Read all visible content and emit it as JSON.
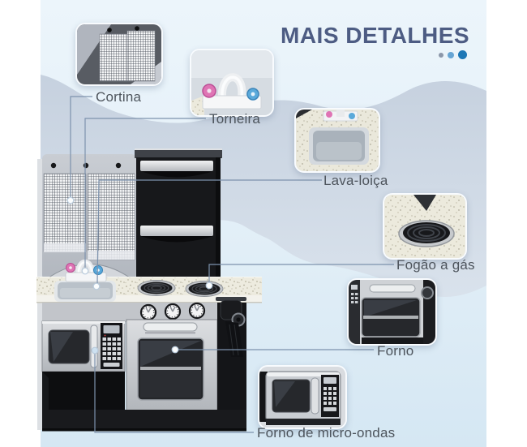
{
  "header": {
    "title": "MAIS DETALHES",
    "title_color": "#4d5c83",
    "dots": [
      {
        "name": "dot-small",
        "color": "#8b97a9"
      },
      {
        "name": "dot-medium",
        "color": "#66a5d4"
      },
      {
        "name": "dot-large",
        "color": "#1d77b5"
      }
    ]
  },
  "product": {
    "name": "toy-kitchen-playset",
    "features": [
      {
        "id": "cortina",
        "label": "Cortina"
      },
      {
        "id": "torneira",
        "label": "Torneira"
      },
      {
        "id": "lava-loica",
        "label": "Lava-loiça"
      },
      {
        "id": "fogao-a-gas",
        "label": "Fogão a gás"
      },
      {
        "id": "forno",
        "label": "Forno"
      },
      {
        "id": "micro-ondas",
        "label": "Forno de micro-ondas"
      }
    ]
  },
  "colors": {
    "background_top": "#ecf5fb",
    "background_bottom": "#d5e7f3",
    "wave": "#c7d2df",
    "label_text": "#4d545c",
    "connector_line": "#7d92ad",
    "page_margin": "#ffffff"
  }
}
